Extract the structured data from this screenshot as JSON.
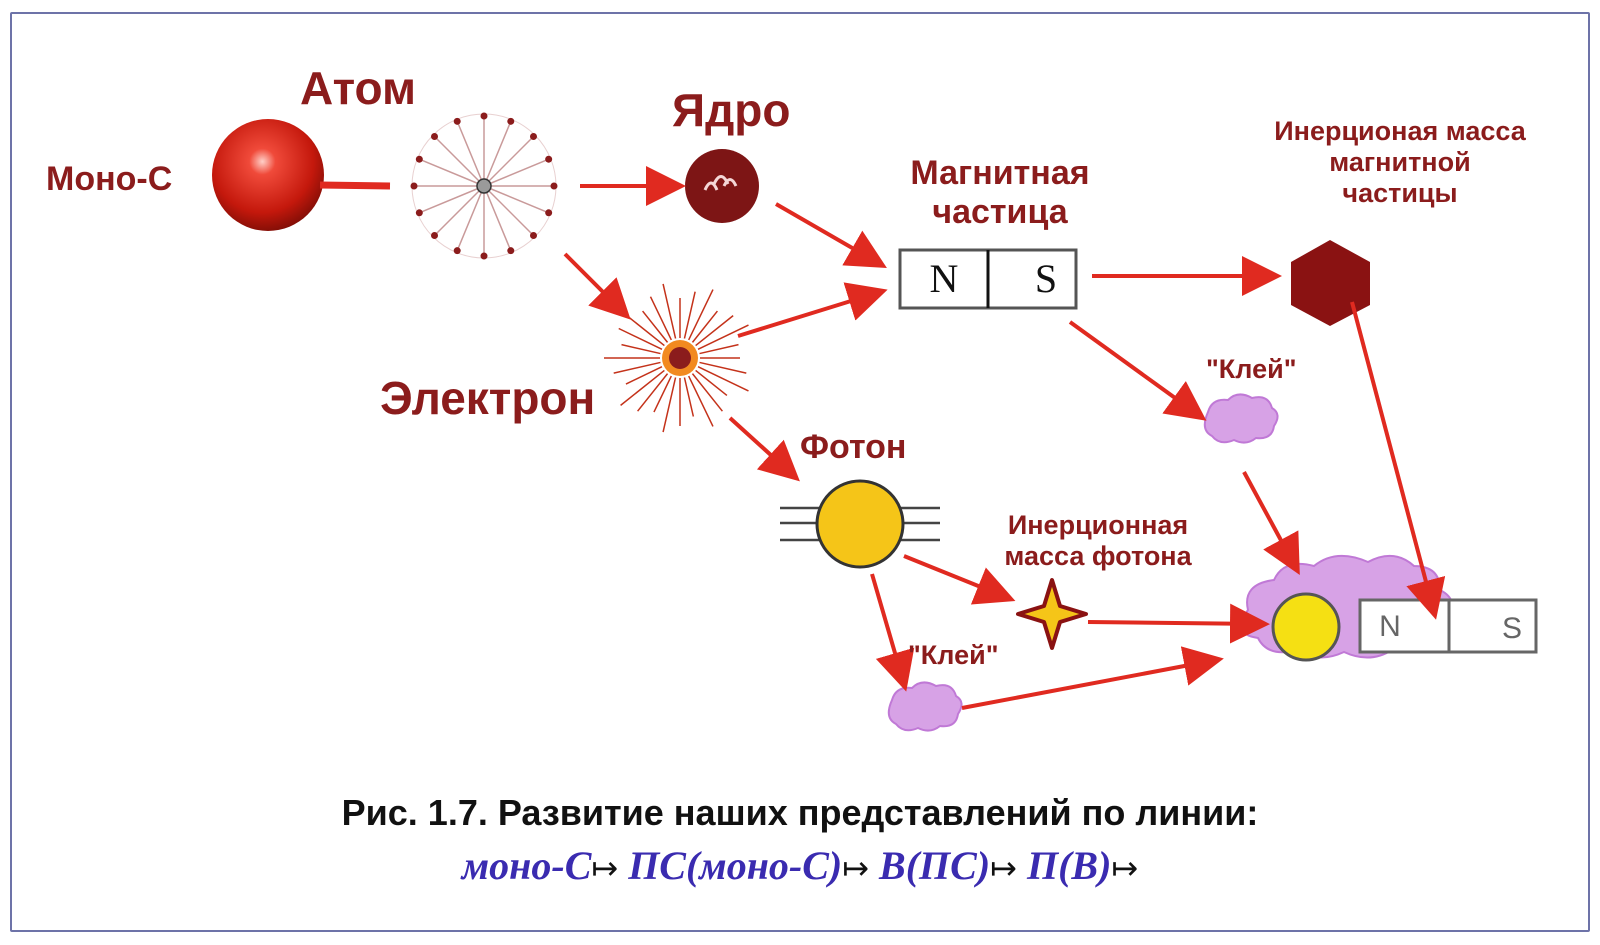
{
  "labels": {
    "atom": "Атом",
    "mono_c": "Моно-С",
    "nucleus": "Ядро",
    "magnetic_particle": "Магнитная\nчастица",
    "inertial_mass_magnetic": "Инерционая масса\nмагнитной\nчастицы",
    "electron": "Электрон",
    "glue_1": "\"Клей\"",
    "photon": "Фотон",
    "inertial_mass_photon": "Инерционная\nмасса фотона",
    "glue_2": "\"Клей\""
  },
  "magnet": {
    "north": "N",
    "south": "S"
  },
  "caption": {
    "text": "Рис. 1.7. Развитие наших представлений по линии:",
    "formula_parts": [
      "моно-С",
      "ПС(моно-С)",
      "В(ПС)",
      "П(В)"
    ],
    "maps_to_symbol": "↦"
  },
  "colors": {
    "label": "#8b1c1c",
    "arrow": "#e02a20",
    "sphere": "#d42a1a",
    "photon": "#f5c518",
    "glue": "#d7a2e6",
    "formula": "#3a2bb0",
    "frame": "#6d73a8"
  }
}
